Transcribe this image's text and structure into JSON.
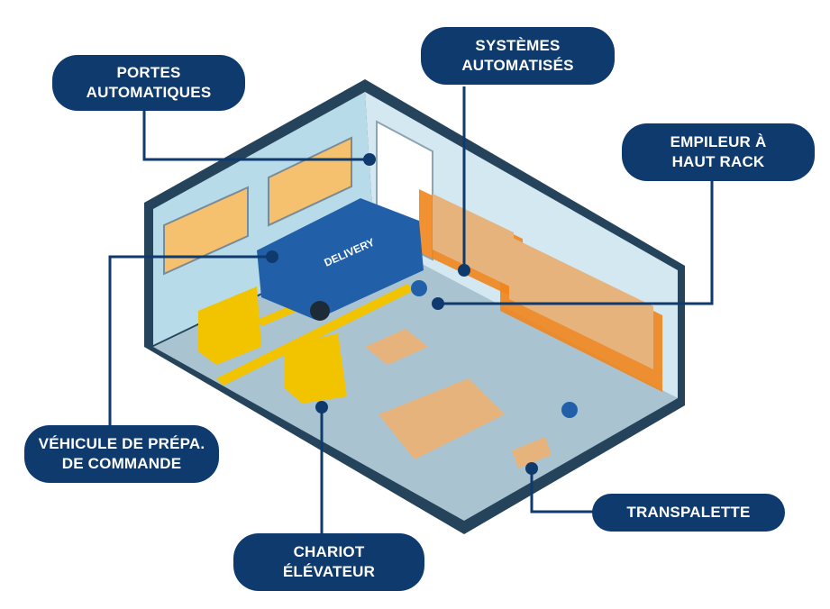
{
  "colors": {
    "label_bg": "#0e3a6e",
    "label_text": "#ffffff",
    "connector": "#0e3a6e",
    "floor": "#a9c3d1",
    "wall_inner": "#b8dbe9",
    "wall_outer": "#25435a",
    "rack_orange": "#f0851c",
    "box": "#e7b37c",
    "truck_blue": "#2160a8",
    "forklift_yellow": "#f2c400"
  },
  "labels": {
    "portes": {
      "line1": "PORTES",
      "line2": "AUTOMATIQUES"
    },
    "systemes": {
      "line1": "SYSTÈMES",
      "line2": "AUTOMATISÉS"
    },
    "empileur": {
      "line1": "EMPILEUR À",
      "line2": "HAUT RACK"
    },
    "vehicule": {
      "line1": "VÉHICULE DE PRÉPA.",
      "line2": "DE COMMANDE"
    },
    "chariot": {
      "line1": "CHARIOT",
      "line2": "ÉLÉVATEUR"
    },
    "transpalette": {
      "line1": "TRANSPALETTE"
    }
  },
  "truck": {
    "text": "DELIVERY"
  }
}
